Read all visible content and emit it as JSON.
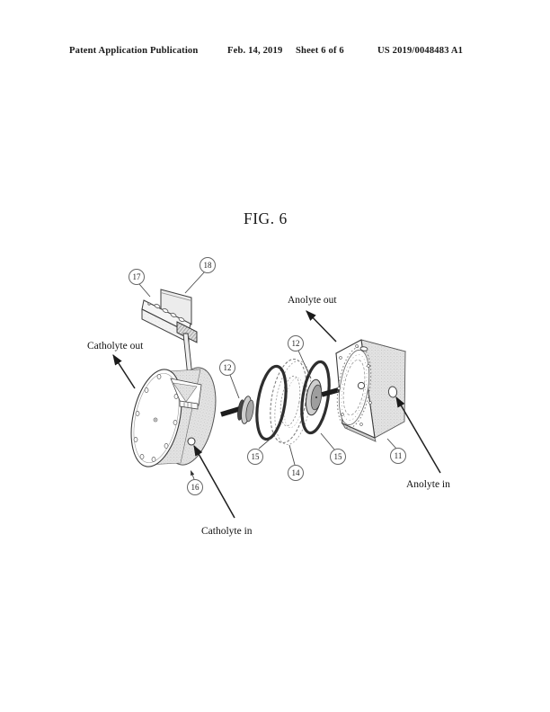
{
  "header": {
    "publication": "Patent Application Publication",
    "date": "Feb. 14, 2019",
    "sheet": "Sheet 6 of 6",
    "patent_number": "US 2019/0048483 A1"
  },
  "figure": {
    "title": "FIG. 6",
    "labels": {
      "anolyte_out": "Anolyte out",
      "anolyte_in": "Anolyte in",
      "catholyte_out": "Catholyte out",
      "catholyte_in": "Catholyte in"
    },
    "callouts": {
      "11": "11",
      "12": "12",
      "14": "14",
      "15": "15",
      "16": "16",
      "17": "17",
      "18": "18"
    }
  },
  "colors": {
    "paper": "#ffffff",
    "ink": "#2b2b2b",
    "shade_light": "#f1f1f1",
    "shade_mid": "#e0e0e0",
    "oring": "#2e2e2e"
  }
}
